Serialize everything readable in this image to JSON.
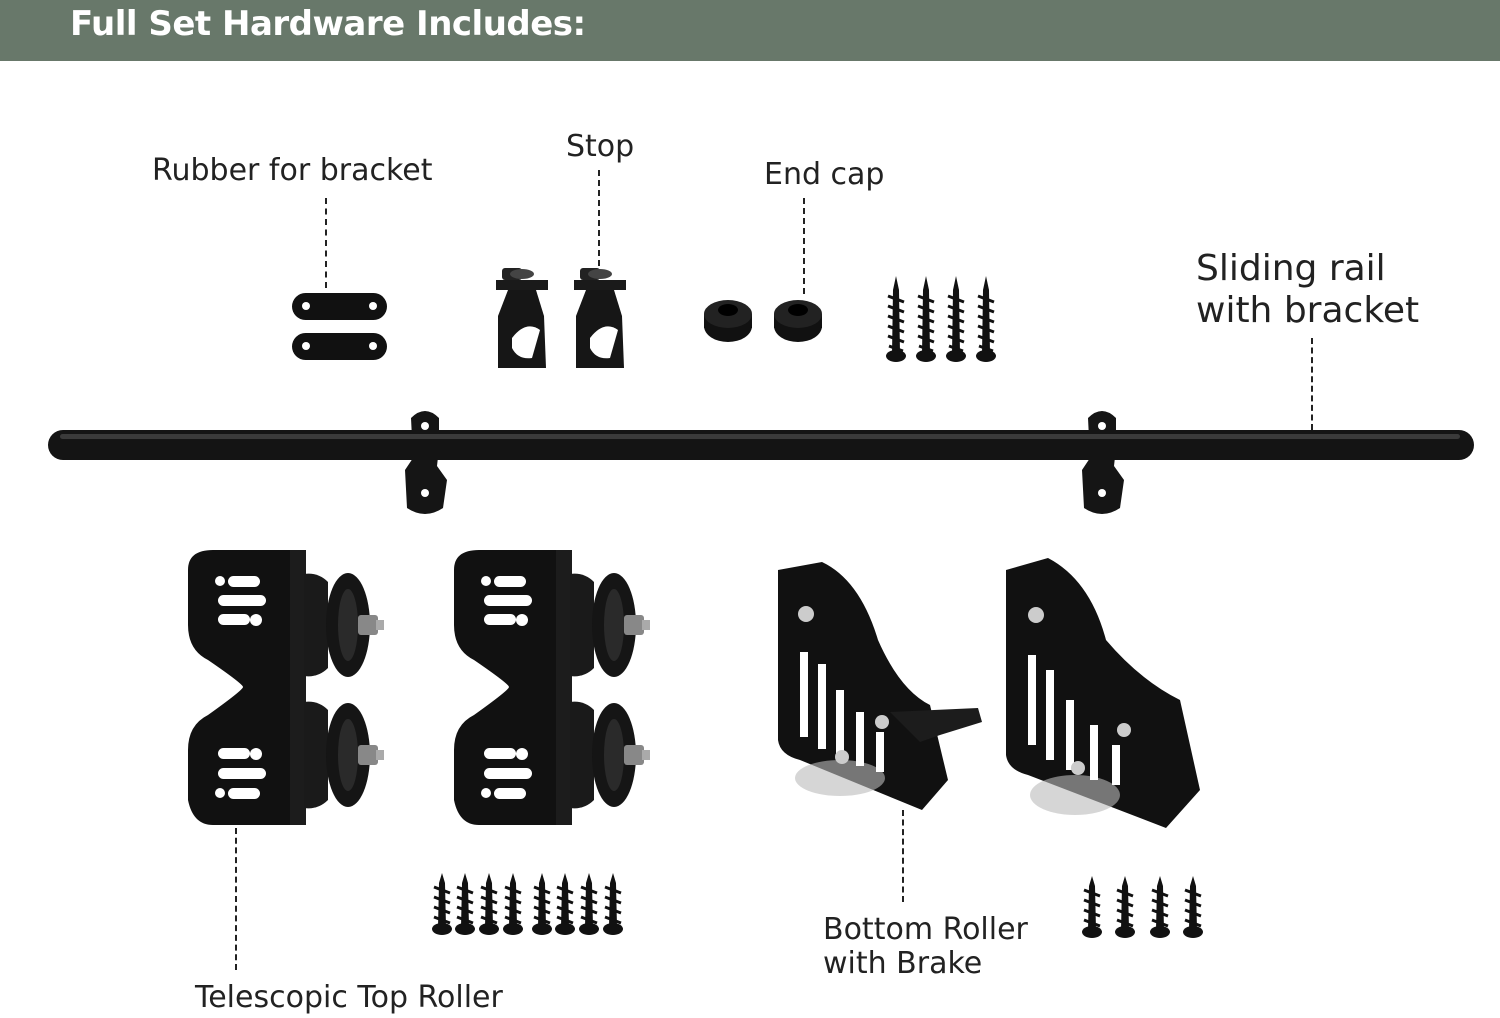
{
  "header": {
    "title": "Full Set Hardware Includes:"
  },
  "labels": {
    "rubber": "Rubber for bracket",
    "stop": "Stop",
    "end_cap": "End cap",
    "rail_line1": "Sliding rail",
    "rail_line2": "with bracket",
    "top_roller": "Telescopic Top Roller",
    "bottom_line1": "Bottom Roller",
    "bottom_line2": "with Brake"
  },
  "colors": {
    "header_bg": "#68786a",
    "hardware": "#111111"
  }
}
